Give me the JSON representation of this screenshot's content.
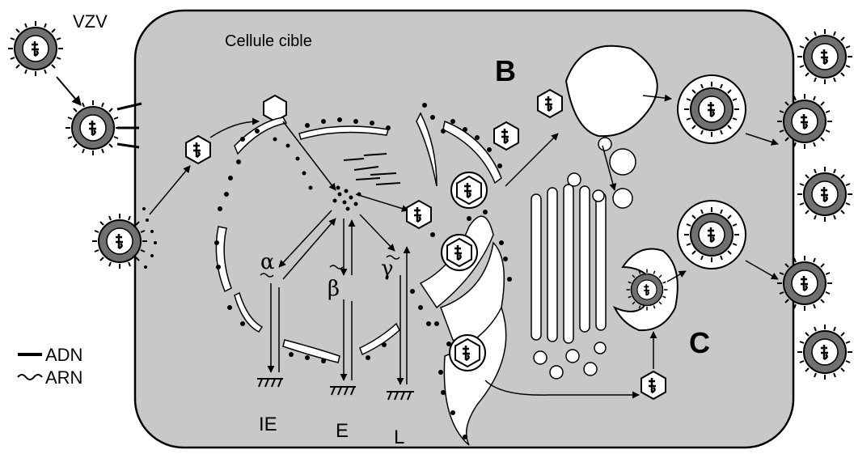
{
  "labels": {
    "virus": "VZV",
    "cell": "Cellule cible",
    "zone_b": "B",
    "zone_c": "C",
    "alpha": "α",
    "beta": "β",
    "gamma": "γ",
    "ie": "IE",
    "e": "E",
    "l": "L"
  },
  "legend": {
    "dna": "ADN",
    "rna": "ARN"
  },
  "colors": {
    "cytoplasm": "#c8c8c8",
    "envelope": "#707070",
    "line": "#000000"
  }
}
